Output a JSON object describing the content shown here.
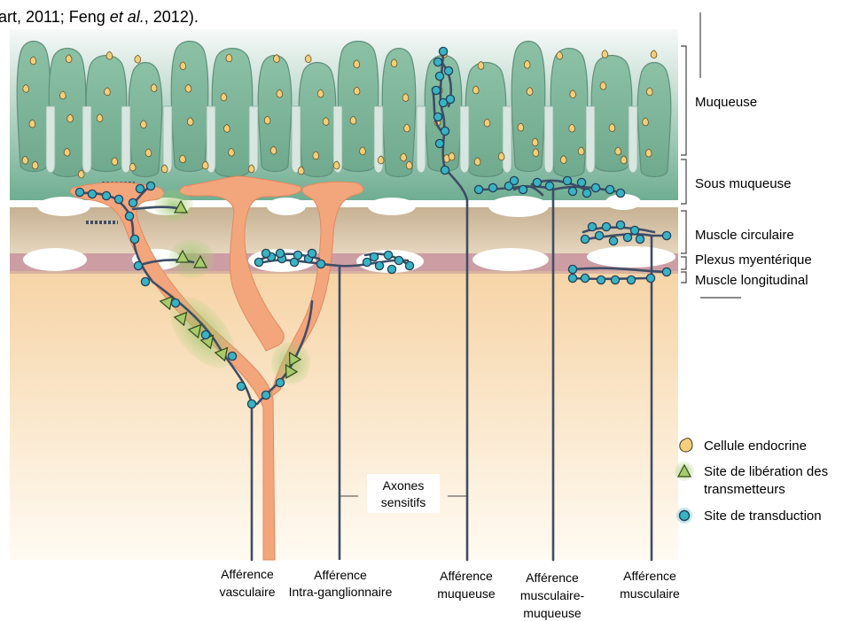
{
  "caption": {
    "text_a": "art, 2011; Feng ",
    "text_italic": "et al.",
    "text_b": ", 2012)."
  },
  "layers": {
    "muqueuse": "Muqueuse",
    "sous_muqueuse": "Sous muqueuse",
    "muscle_circulaire": "Muscle circulaire",
    "plexus_myenterique": "Plexus myentérique",
    "muscle_longitudinal": "Muscle longitudinal"
  },
  "legend": {
    "endocrine": "Cellule endocrine",
    "release_line1": "Site de libération des",
    "release_line2": "transmetteurs",
    "transduction": "Site de transduction"
  },
  "axones": {
    "line1": "Axones",
    "line2": "sensitifs"
  },
  "afferents": {
    "vasculaire": [
      "Afférence",
      "vasculaire"
    ],
    "intra_ganglionnaire": [
      "Afférence",
      "Intra-ganglionnaire"
    ],
    "muqueuse": [
      "Afférence",
      "muqueuse"
    ],
    "musculaire_muqueuse": [
      "Afférence",
      "musculaire-",
      "muqueuse"
    ],
    "musculaire": [
      "Afférence",
      "musculaire"
    ]
  },
  "colors": {
    "mucosa_top": "#f2f5f4",
    "mucosa_bottom": "#6fae93",
    "villus": "#86bda1",
    "circular_muscle": "#cbb79b",
    "myenteric": "#c898a1",
    "longitudinal_top": "#f5d5a8",
    "longitudinal_bottom": "#fffaf0",
    "vessel": "#f3a57c",
    "nerve": "#3f4d66",
    "transduction": "#38b3c4",
    "endocrine": "#f2cf7c",
    "release": "#9dc05a"
  }
}
